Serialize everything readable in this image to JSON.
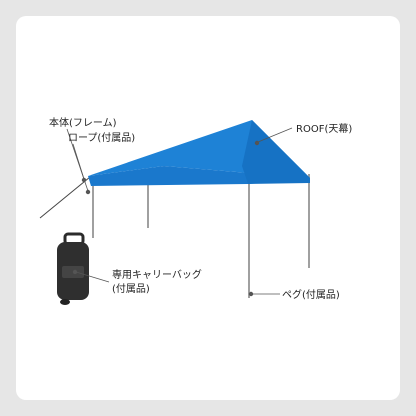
{
  "labels": {
    "frame": "本体(フレーム)",
    "rope": "ロープ(付属品)",
    "roof": "ROOF(天幕)",
    "bag_line1": "専用キャリーバッグ",
    "bag_line2": "(付属品)",
    "peg": "ペグ(付属品)"
  },
  "colors": {
    "roof": "#1e82d6",
    "roof_shadow": "#1672c4",
    "leg": "#9a9a9a",
    "bag": "#2b2b2b",
    "leader": "#555555"
  }
}
